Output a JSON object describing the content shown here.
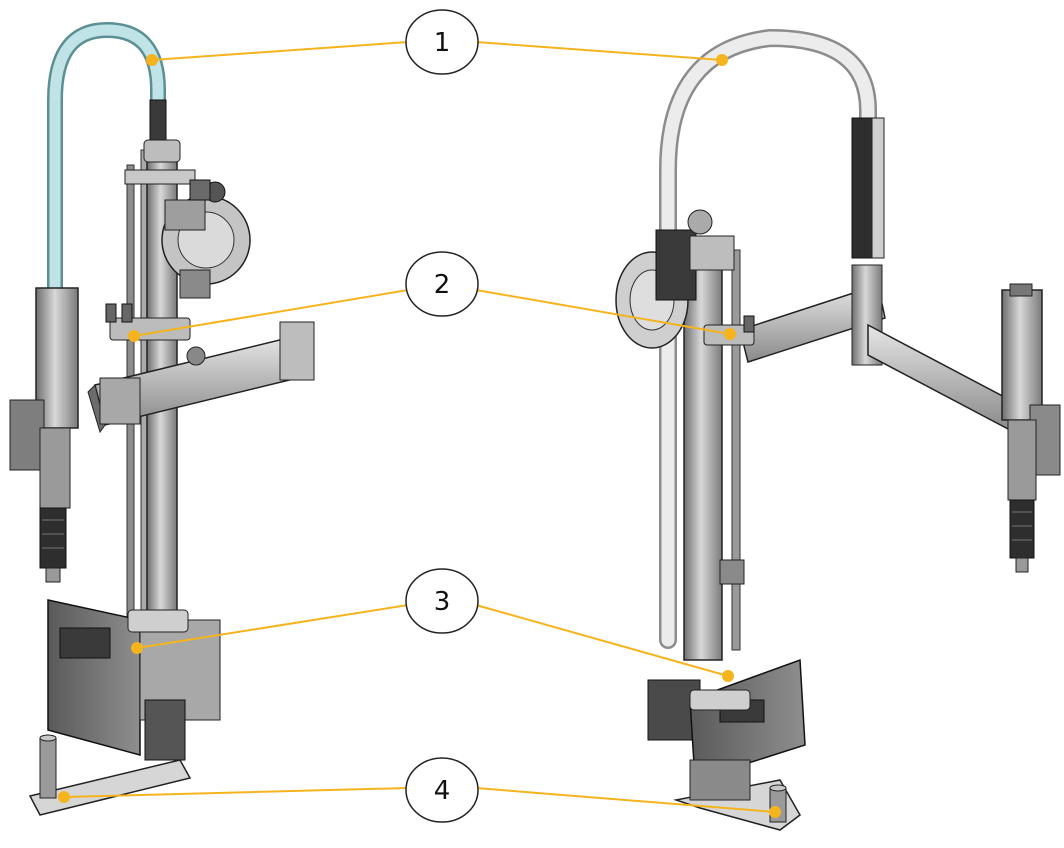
{
  "colors": {
    "leader": "#f5b41d",
    "callout_stroke": "#222222",
    "metal_dark": "#4a4a4a",
    "metal_mid": "#9a9a9a",
    "metal_light": "#d4d4d4",
    "hose_left": "#a8d6da",
    "hose_right": "#e4e4e4"
  },
  "callouts": [
    {
      "label": "1"
    },
    {
      "label": "2"
    },
    {
      "label": "3"
    },
    {
      "label": "4"
    }
  ]
}
